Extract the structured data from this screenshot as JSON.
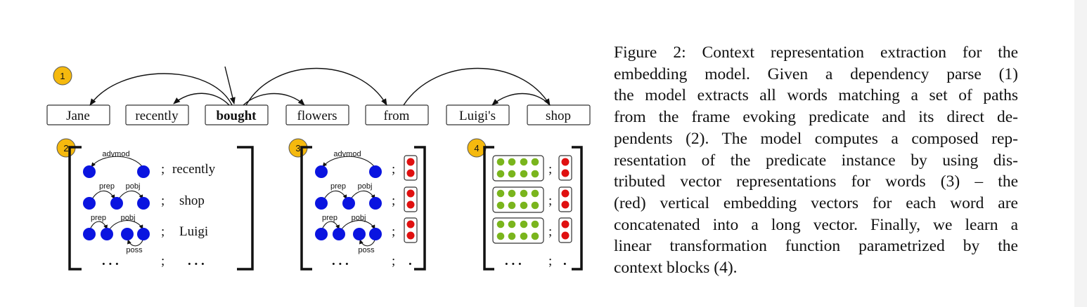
{
  "figure": {
    "markers": [
      "1",
      "2",
      "3",
      "4"
    ],
    "sentence": [
      "Jane",
      "recently",
      "bought",
      "flowers",
      "from",
      "Luigi's",
      "shop"
    ],
    "dep_labels": [
      "advmod",
      "prep",
      "pobj",
      "prep",
      "pobj",
      "poss",
      "advmod",
      "prep",
      "pobj",
      "prep",
      "pobj",
      "poss"
    ],
    "block2_words": [
      "recently",
      "shop",
      "Luigi"
    ],
    "semicolon": ";",
    "ellipsis": ". . .",
    "dot": "."
  },
  "caption_lines": [
    "Figure 2:  Context representation extraction for the",
    "embedding model.  Given a dependency parse (1)",
    "the model extracts all words matching a set of paths",
    "from the frame evoking predicate and its direct de-",
    "pendents (2). The model computes a composed rep-",
    "resentation of the predicate instance by using dis-",
    "tributed vector representations for words (3) – the",
    "(red) vertical embedding vectors for each word are",
    "concatenated into a long vector. Finally, we learn a",
    "linear transformation function parametrized by the",
    "context blocks (4)."
  ],
  "colors": {
    "node_blue": "#0a14e0",
    "marker_gold": "#f5b90e",
    "vector_red": "#e01010",
    "context_green": "#7ab51d"
  }
}
